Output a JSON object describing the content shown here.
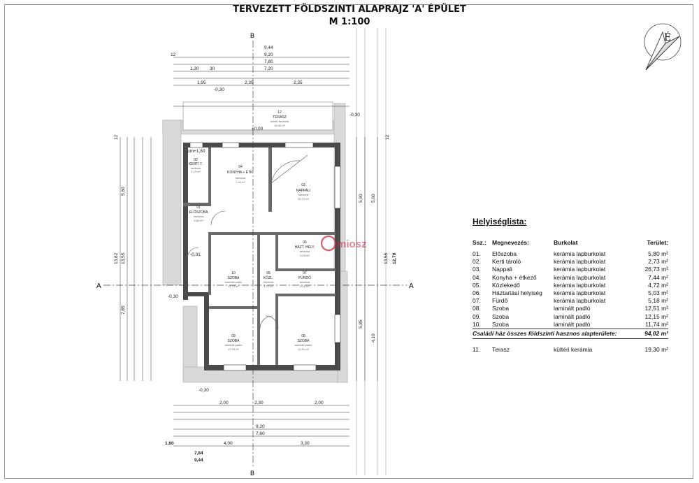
{
  "header": {
    "title": "TERVEZETT FÖLDSZINTI ALAPRAJZ 'A' ÉPÜLET",
    "scale": "M 1:100"
  },
  "compass": {
    "label": "É"
  },
  "watermark": "miosz",
  "plan": {
    "section_a_left": "A",
    "section_a_right": "A",
    "section_b_top": "B",
    "section_b_bottom": "B",
    "top_dims": [
      "12",
      "9,44",
      "9,20",
      "7,80",
      "7,20",
      "1,30",
      "30",
      "1,95",
      "2,35",
      "2,35",
      "-0,30"
    ],
    "bottom_dims": [
      "-0,30",
      "2,00",
      "2,30",
      "2,00",
      "9,20",
      "7,60",
      "4,00",
      "3,30",
      "7,84",
      "9,44",
      "1,60"
    ],
    "left_dims": [
      "5,60",
      "13,82",
      "13,55",
      "7,85",
      "12"
    ],
    "right_dims": [
      "5,90",
      "5,60",
      "12,79",
      "13,55",
      "5,85",
      "4,10",
      "12"
    ],
    "levels": [
      "-0,30",
      "-0,01",
      "±0,00",
      "-0,30",
      "pm+1,80"
    ],
    "rooms": [
      {
        "no": "02",
        "name": "KERTI T.",
        "sub": "kerámia",
        "area": "2,73 m²"
      },
      {
        "no": "04",
        "name": "KONYHA + ÉTK.",
        "sub": "kerámia",
        "area": "7,44 m²"
      },
      {
        "no": "03",
        "name": "NAPPALI",
        "sub": "kerámia",
        "area": "26,73 m²"
      },
      {
        "no": "12",
        "name": "TERASZ",
        "sub": "kültéri kerámia",
        "area": "19,30 m²"
      },
      {
        "no": "01",
        "name": "ELŐSZOBA",
        "sub": "kerámia",
        "area": "5,80 m²"
      },
      {
        "no": "06",
        "name": "HÁZT. HELY.",
        "sub": "kerámia",
        "area": "5,03 m²"
      },
      {
        "no": "10",
        "name": "SZOBA",
        "sub": "laminált padló",
        "area": "11,74 m²"
      },
      {
        "no": "05",
        "name": "KÖZL.",
        "sub": "kerámia",
        "area": "4,72 m²"
      },
      {
        "no": "07",
        "name": "FÜRDŐ",
        "sub": "kerámia",
        "area": "5,18 m²"
      },
      {
        "no": "09",
        "name": "SZOBA",
        "sub": "laminált padló",
        "area": "12,15 m²"
      },
      {
        "no": "08",
        "name": "SZOBA",
        "sub": "laminált padló",
        "area": "12,51 m²"
      }
    ]
  },
  "legend": {
    "title": "Helyiséglista:",
    "headers": [
      "Ssz.:",
      "Megnevezés:",
      "Burkolat",
      "Terület:"
    ],
    "rows": [
      {
        "no": "01.",
        "name": "Előszoba",
        "floor": "kerámia lapburkolat",
        "area": "5,80 m²"
      },
      {
        "no": "02.",
        "name": "Kerti tároló",
        "floor": "kerámia lapburkolat",
        "area": "2,73 m²"
      },
      {
        "no": "03.",
        "name": "Nappali",
        "floor": "kerámia lapburkolat",
        "area": "26,73 m²"
      },
      {
        "no": "04.",
        "name": "Konyha + étkező",
        "floor": "kerámia lapburkolat",
        "area": "7,44 m²"
      },
      {
        "no": "05.",
        "name": "Közlekedő",
        "floor": "kerámia lapburkolat",
        "area": "4,72 m²"
      },
      {
        "no": "06.",
        "name": "Háztartási helyiség",
        "floor": "kerámia lapburkolat",
        "area": "5,03 m²"
      },
      {
        "no": "07.",
        "name": "Fürdő",
        "floor": "kerámia lapburkolat",
        "area": "5,18 m²"
      },
      {
        "no": "08.",
        "name": "Szoba",
        "floor": "laminált padló",
        "area": "12,51 m²"
      },
      {
        "no": "09.",
        "name": "Szoba",
        "floor": "laminált padló",
        "area": "12,15 m²"
      },
      {
        "no": "10.",
        "name": "Szoba",
        "floor": "laminált padló",
        "area": "11,74 m²"
      }
    ],
    "summary_label": "Családi ház összes földszinti hasznos alapterülete:",
    "summary_value": "94,02 m²",
    "extra": {
      "no": "11.",
      "name": "Terasz",
      "floor": "kültéri kerámia",
      "area": "19,30 m²"
    }
  },
  "colors": {
    "wall": "#4a4a4a",
    "terrace": "#d9d9d9",
    "dim_line": "#333333",
    "watermark": "#c0283a"
  }
}
